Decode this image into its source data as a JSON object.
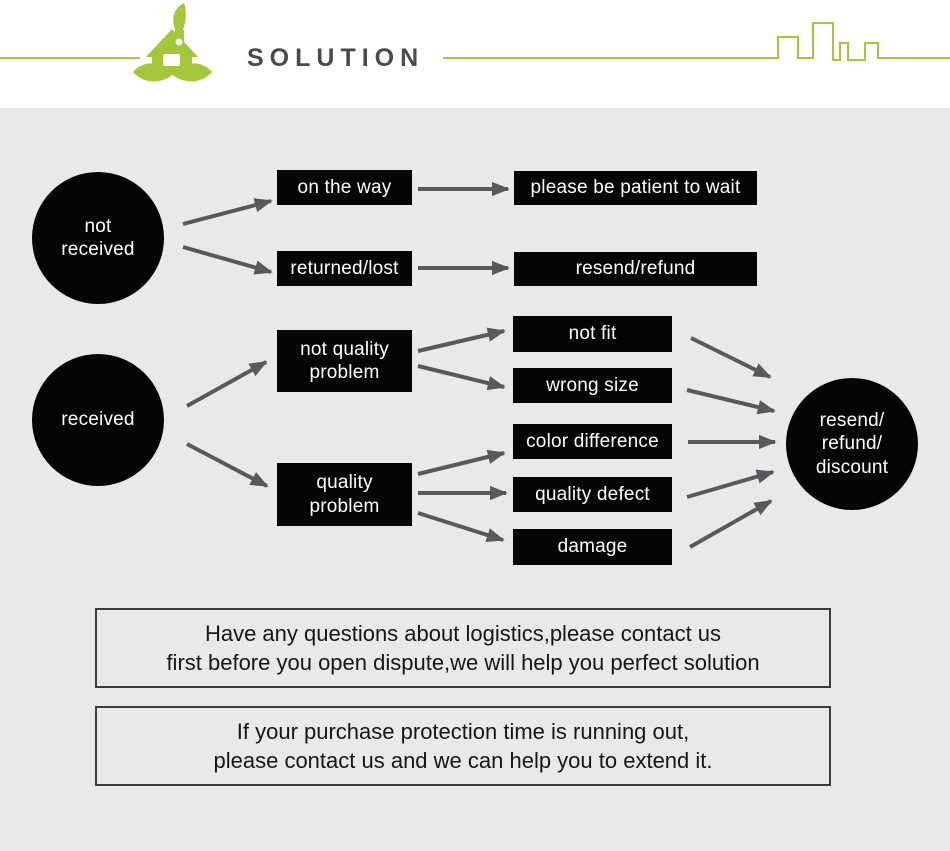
{
  "header": {
    "brand": "SOLUTION"
  },
  "flow": {
    "not_received": "not\nreceived",
    "received": "received",
    "on_the_way": "on the way",
    "returned_lost": "returned/lost",
    "be_patient": "please be patient to wait",
    "resend_refund": "resend/refund",
    "not_quality_problem": "not quality\nproblem",
    "quality_problem": "quality\nproblem",
    "not_fit": "not fit",
    "wrong_size": "wrong size",
    "color_difference": "color difference",
    "quality_defect": "quality defect",
    "damage": "damage",
    "result": "resend/\nrefund/\ndiscount"
  },
  "notes": [
    {
      "line1": "Have any questions about logistics,please contact us",
      "line2": "first before you open dispute,we will help you perfect solution"
    },
    {
      "line1": "If your purchase protection time is running out,",
      "line2": "please contact us and we can help you to extend it."
    }
  ],
  "colors": {
    "accent_green": "#a5c63b",
    "node_black": "#050505",
    "arrow_gray": "#58595b",
    "page_gray": "#e9e9e9",
    "title_gray": "#4a4a4f"
  }
}
